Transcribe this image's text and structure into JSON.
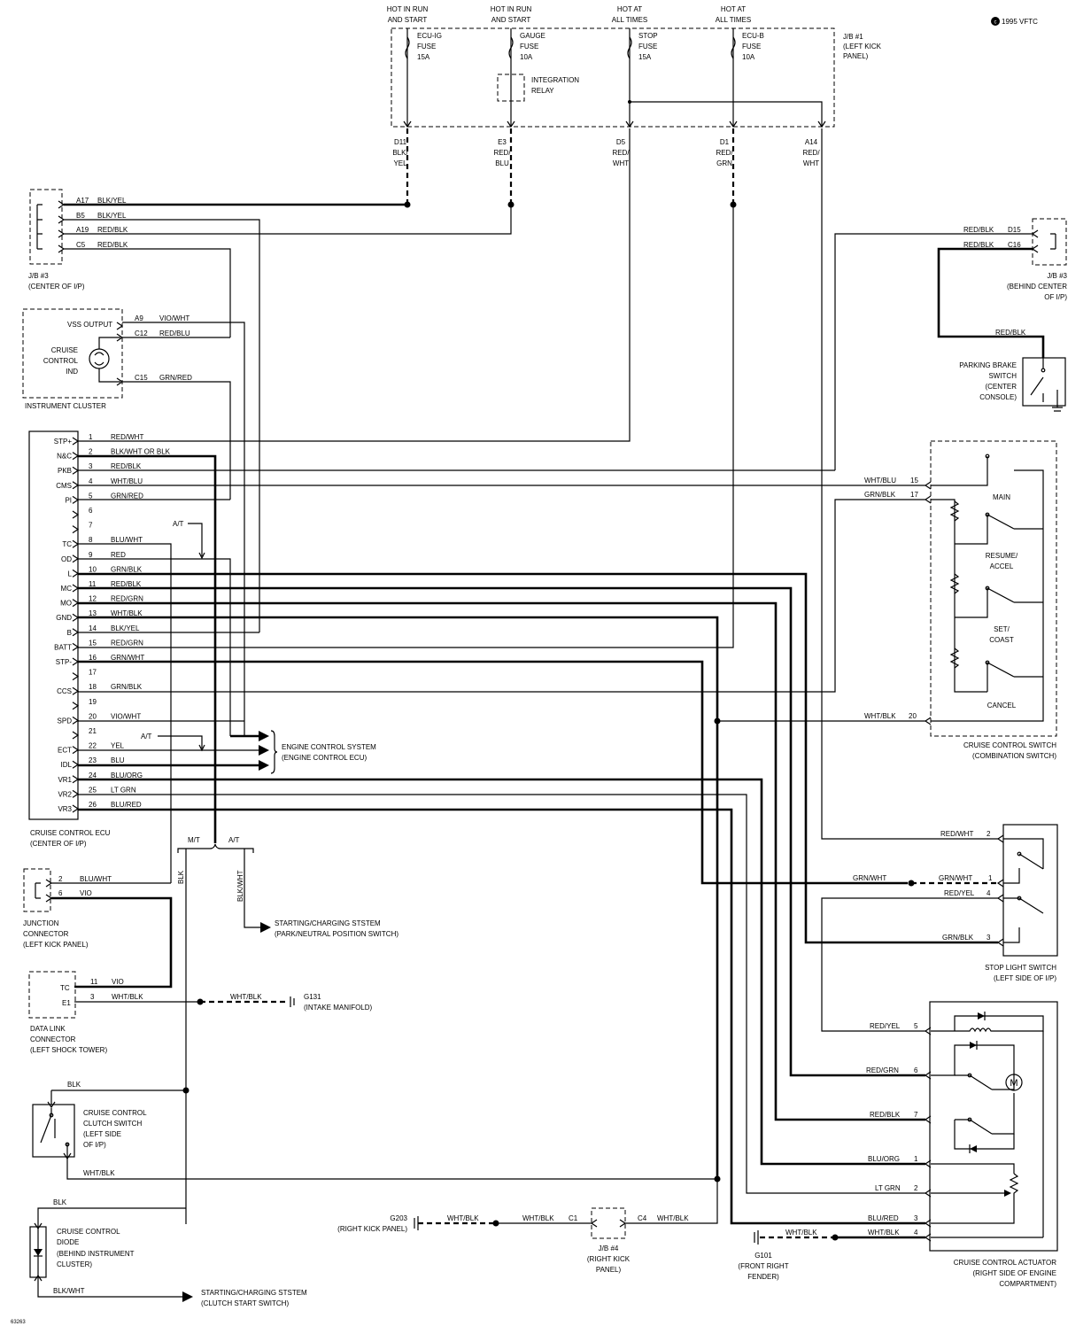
{
  "copyright": "1995 VFTC",
  "figure_id": "63263",
  "top_fuses": [
    {
      "hot": [
        "HOT IN RUN",
        "AND START"
      ],
      "name": [
        "ECU-IG",
        "FUSE",
        "15A"
      ],
      "pin": "D11",
      "color": [
        "BLK/",
        "YEL"
      ]
    },
    {
      "hot": [
        "HOT IN RUN",
        "AND START"
      ],
      "name": [
        "GAUGE",
        "FUSE",
        "10A"
      ],
      "pin": "E3",
      "color": [
        "RED/",
        "BLU"
      ]
    },
    {
      "hot": [
        "HOT AT",
        "ALL TIMES"
      ],
      "name": [
        "STOP",
        "FUSE",
        "15A"
      ],
      "pin": "D5",
      "color": [
        "RED/",
        "WHT"
      ]
    },
    {
      "hot": [
        "HOT AT",
        "ALL TIMES"
      ],
      "name": [
        "ECU-B",
        "FUSE",
        "10A"
      ],
      "pin": "D1",
      "color": [
        "RED/",
        "GRN"
      ]
    },
    {
      "hot": [],
      "name": [],
      "pin": "A14",
      "color": [
        "RED/",
        "WHT"
      ]
    }
  ],
  "integration_relay": [
    "INTEGRATION",
    "RELAY"
  ],
  "jb1": [
    "J/B #1",
    "(LEFT KICK",
    "PANEL)"
  ],
  "jb3_left": {
    "pins": [
      {
        "pin": "A17",
        "color": "BLK/YEL"
      },
      {
        "pin": "B5",
        "color": "BLK/YEL"
      },
      {
        "pin": "A19",
        "color": "RED/BLK"
      },
      {
        "pin": "C5",
        "color": "RED/BLK"
      }
    ],
    "label": [
      "J/B #3",
      "(CENTER OF I/P)"
    ]
  },
  "jb3_right": {
    "pins": [
      {
        "pin": "D15",
        "color": "RED/BLK"
      },
      {
        "pin": "C16",
        "color": "RED/BLK"
      }
    ],
    "label": [
      "J/B #3",
      "(BEHIND CENTER",
      "OF I/P)"
    ]
  },
  "instrument_cluster": {
    "vss": "VSS OUTPUT",
    "ind": [
      "CRUISE",
      "CONTROL",
      "IND"
    ],
    "pins": [
      {
        "pin": "A9",
        "color": "VIO/WHT"
      },
      {
        "pin": "C12",
        "color": "RED/BLU"
      },
      {
        "pin": "C15",
        "color": "GRN/RED"
      }
    ],
    "label": "INSTRUMENT CLUSTER"
  },
  "parking_brake": {
    "wire": "RED/BLK",
    "label": [
      "PARKING BRAKE",
      "SWITCH",
      "(CENTER",
      "CONSOLE)"
    ]
  },
  "ecu": {
    "label": [
      "CRUISE CONTROL ECU",
      "(CENTER OF I/P)"
    ],
    "terminals": [
      {
        "name": "STP+",
        "pin": "1",
        "color": "RED/WHT"
      },
      {
        "name": "N&C",
        "pin": "2",
        "color": "BLK/WHT OR BLK"
      },
      {
        "name": "PKB",
        "pin": "3",
        "color": "RED/BLK"
      },
      {
        "name": "CMS",
        "pin": "4",
        "color": "WHT/BLU"
      },
      {
        "name": "PI",
        "pin": "5",
        "color": "GRN/RED"
      },
      {
        "name": "",
        "pin": "6",
        "color": ""
      },
      {
        "name": "",
        "pin": "7",
        "color": ""
      },
      {
        "name": "TC",
        "pin": "8",
        "color": "BLU/WHT"
      },
      {
        "name": "OD",
        "pin": "9",
        "color": "RED"
      },
      {
        "name": "L",
        "pin": "10",
        "color": "GRN/BLK"
      },
      {
        "name": "MC",
        "pin": "11",
        "color": "RED/BLK"
      },
      {
        "name": "MO",
        "pin": "12",
        "color": "RED/GRN"
      },
      {
        "name": "GND",
        "pin": "13",
        "color": "WHT/BLK"
      },
      {
        "name": "B",
        "pin": "14",
        "color": "BLK/YEL"
      },
      {
        "name": "BATT",
        "pin": "15",
        "color": "RED/GRN"
      },
      {
        "name": "STP-",
        "pin": "16",
        "color": "GRN/WHT"
      },
      {
        "name": "",
        "pin": "17",
        "color": ""
      },
      {
        "name": "CCS",
        "pin": "18",
        "color": "GRN/BLK"
      },
      {
        "name": "",
        "pin": "19",
        "color": ""
      },
      {
        "name": "SPD",
        "pin": "20",
        "color": "VIO/WHT"
      },
      {
        "name": "",
        "pin": "21",
        "color": ""
      },
      {
        "name": "ECT",
        "pin": "22",
        "color": "YEL"
      },
      {
        "name": "IDL",
        "pin": "23",
        "color": "BLU"
      },
      {
        "name": "VR1",
        "pin": "24",
        "color": "BLU/ORG"
      },
      {
        "name": "VR2",
        "pin": "25",
        "color": "LT GRN"
      },
      {
        "name": "VR3",
        "pin": "26",
        "color": "BLU/RED"
      }
    ]
  },
  "at_label": "A/T",
  "mt_label": "M/T",
  "engine_control": [
    "ENGINE CONTROL SYSTEM",
    "(ENGINE CONTROL ECU)"
  ],
  "cruise_switch": {
    "pins": [
      {
        "pin": "15",
        "color": "WHT/BLU"
      },
      {
        "pin": "17",
        "color": "GRN/BLK"
      },
      {
        "pin": "20",
        "color": "WHT/BLK"
      }
    ],
    "positions": [
      "MAIN",
      "RESUME/",
      "ACCEL",
      "SET/",
      "COAST",
      "CANCEL"
    ],
    "label": [
      "CRUISE CONTROL SWITCH",
      "(COMBINATION SWITCH)"
    ]
  },
  "stop_light": {
    "pins": [
      {
        "pin": "2",
        "color": "RED/WHT"
      },
      {
        "pin": "1",
        "color": "GRN/WHT"
      },
      {
        "pin": "4",
        "color": "RED/YEL"
      },
      {
        "pin": "3",
        "color": "GRN/BLK"
      }
    ],
    "grn_wht_left": "GRN/WHT",
    "label": [
      "STOP LIGHT SWITCH",
      "(LEFT SIDE OF I/P)"
    ]
  },
  "junction": {
    "pins": [
      {
        "pin": "2",
        "color": "BLU/WHT"
      },
      {
        "pin": "6",
        "color": "VIO"
      }
    ],
    "label": [
      "JUNCTION",
      "CONNECTOR",
      "(LEFT KICK PANEL)"
    ]
  },
  "blk_label": "BLK",
  "blk_wht_label": "BLK/WHT",
  "starting_pn": [
    "STARTING/CHARGING STSTEM",
    "(PARK/NEUTRAL POSITION SWITCH)"
  ],
  "dlc": {
    "terms": [
      {
        "name": "TC",
        "pin": "11",
        "color": "VIO"
      },
      {
        "name": "E1",
        "pin": "3",
        "color": "WHT/BLK"
      }
    ],
    "label": [
      "DATA LINK",
      "CONNECTOR",
      "(LEFT SHOCK TOWER)"
    ]
  },
  "g131": {
    "wire": "WHT/BLK",
    "label": [
      "G131",
      "(INTAKE MANIFOLD)"
    ]
  },
  "clutch_switch": {
    "wire_top": "BLK",
    "wire_bottom": "WHT/BLK",
    "label": [
      "CRUISE CONTROL",
      "CLUTCH SWITCH",
      "(LEFT SIDE",
      "OF I/P)"
    ]
  },
  "diode": {
    "wire_top": "BLK",
    "wire_bottom": "BLK/WHT",
    "label": [
      "CRUISE CONTROL",
      "DIODE",
      "(BEHIND INSTRUMENT",
      "CLUSTER)"
    ]
  },
  "starting_clutch": [
    "STARTING/CHARGING STSTEM",
    "(CLUTCH START SWITCH)"
  ],
  "g203": {
    "label": [
      "G203",
      "(RIGHT KICK PANEL)"
    ],
    "wire1": "WHT/BLK",
    "wire2": "WHT/BLK"
  },
  "jb4": {
    "pin_left": "C1",
    "pin_right": "C4",
    "wire": "WHT/BLK",
    "label": [
      "J/B #4",
      "(RIGHT KICK",
      "PANEL)"
    ]
  },
  "g101": {
    "wire": "WHT/BLK",
    "label": [
      "G101",
      "(FRONT RIGHT",
      "FENDER)"
    ]
  },
  "actuator": {
    "pins": [
      {
        "pin": "5",
        "color": "RED/YEL"
      },
      {
        "pin": "6",
        "color": "RED/GRN"
      },
      {
        "pin": "7",
        "color": "RED/BLK"
      },
      {
        "pin": "1",
        "color": "BLU/ORG"
      },
      {
        "pin": "2",
        "color": "LT GRN"
      },
      {
        "pin": "3",
        "color": "BLU/RED"
      },
      {
        "pin": "4",
        "color": "WHT/BLK"
      }
    ],
    "motor": "M",
    "label": [
      "CRUISE CONTROL ACTUATOR",
      "(RIGHT SIDE OF ENGINE",
      "COMPARTMENT)"
    ]
  }
}
